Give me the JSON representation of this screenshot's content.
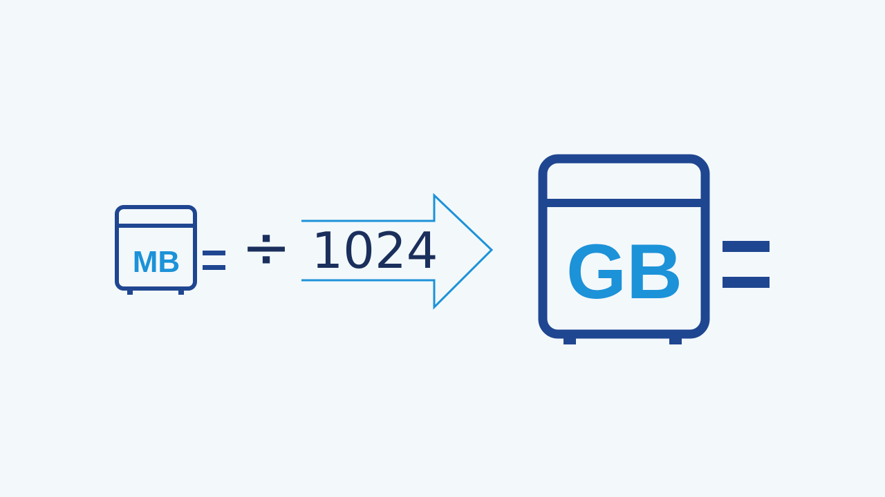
{
  "source": {
    "unit_label": "MB",
    "icon": "storage-unit-icon"
  },
  "operation": {
    "symbol": "÷",
    "divisor": "1024",
    "arrow_icon": "right-arrow-icon"
  },
  "target": {
    "unit_label": "GB",
    "icon": "storage-unit-icon"
  },
  "equals_symbol": "=",
  "colors": {
    "background": "#f3f8fb",
    "navy": "#1f4690",
    "accent_blue": "#1c92d8",
    "text_dark": "#1b2f5c"
  }
}
